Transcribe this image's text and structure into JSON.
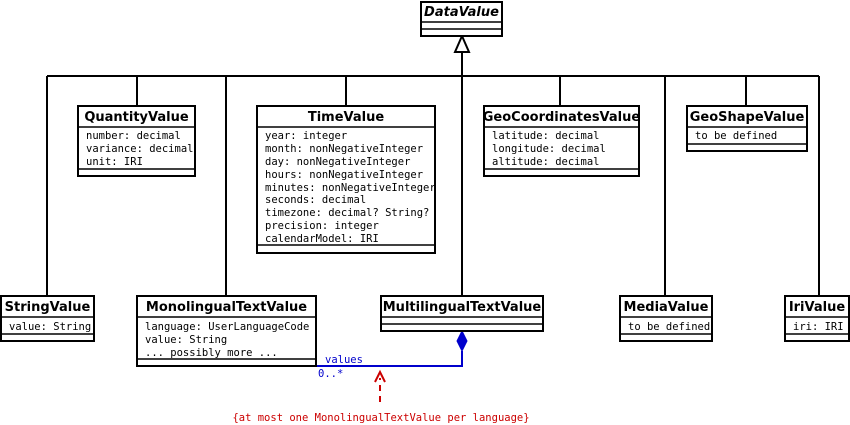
{
  "classes": {
    "data_value": {
      "name": "DataValue",
      "attributes": []
    },
    "quantity_value": {
      "name": "QuantityValue",
      "attributes": [
        "number: decimal",
        "variance: decimal",
        "unit: IRI"
      ]
    },
    "time_value": {
      "name": "TimeValue",
      "attributes": [
        "year: integer",
        "month: nonNegativeInteger",
        "day: nonNegativeInteger",
        "hours: nonNegativeInteger",
        "minutes: nonNegativeInteger",
        "seconds: decimal",
        "timezone: decimal? String?",
        "precision: integer",
        "calendarModel: IRI"
      ]
    },
    "geo_coordinates_value": {
      "name": "GeoCoordinatesValue",
      "attributes": [
        "latitude: decimal",
        "longitude: decimal",
        "altitude: decimal"
      ]
    },
    "geo_shape_value": {
      "name": "GeoShapeValue",
      "attributes": [
        "to be defined"
      ]
    },
    "string_value": {
      "name": "StringValue",
      "attributes": [
        "value: String"
      ]
    },
    "monolingual_text_value": {
      "name": "MonolingualTextValue",
      "attributes": [
        "language: UserLanguageCode",
        "value: String",
        "... possibly more ..."
      ]
    },
    "multilingual_text_value": {
      "name": "MultilingualTextValue",
      "attributes": []
    },
    "media_value": {
      "name": "MediaValue",
      "attributes": [
        "to be defined"
      ]
    },
    "iri_value": {
      "name": "IriValue",
      "attributes": [
        "iri: IRI"
      ]
    }
  },
  "association": {
    "role": "values",
    "multiplicity": "0..*"
  },
  "constraint": "{at most one MonolingualTextValue per language}",
  "colors": {
    "association": "#0000cc",
    "constraint": "#cc0000",
    "lines": "#000000"
  }
}
